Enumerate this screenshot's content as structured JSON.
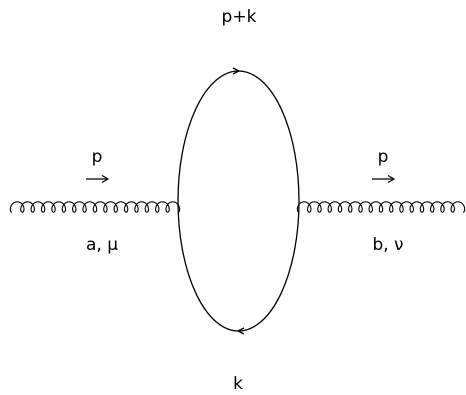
{
  "diagram": {
    "labels": {
      "top_momentum": "p+k",
      "bottom_momentum": "k",
      "left_momentum": "p",
      "right_momentum": "p",
      "left_indices": "a, μ",
      "right_indices": "b, ν"
    },
    "edges": [
      {
        "from": "left-external",
        "to": "left-vertex",
        "kind": "gluon",
        "momentum": "p",
        "direction": "right"
      },
      {
        "from": "right-vertex",
        "to": "right-external",
        "kind": "gluon",
        "momentum": "p",
        "direction": "right"
      },
      {
        "from": "left-vertex",
        "to": "right-vertex",
        "kind": "fermion",
        "momentum": "p+k",
        "direction": "right"
      },
      {
        "from": "right-vertex",
        "to": "left-vertex",
        "kind": "fermion",
        "momentum": "k",
        "direction": "left"
      }
    ],
    "colors": {
      "ink": "#000000",
      "background": "#ffffff"
    }
  }
}
